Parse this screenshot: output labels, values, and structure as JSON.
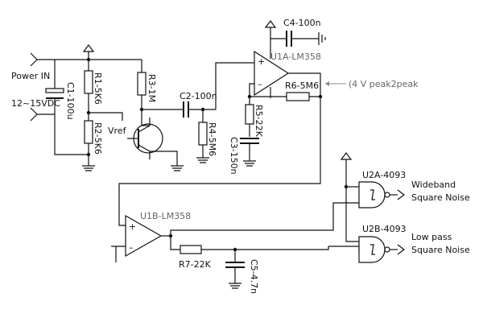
{
  "labels": {
    "power_in": "Power IN",
    "supply_range": "12~15VDC",
    "c1": "C1-100u",
    "r1": "R1-5K6",
    "r2": "R2-5K6",
    "vref": "Vref",
    "r3": "R3-1M",
    "c2": "C2-100n",
    "r4": "R4-5M6",
    "c4": "C4-100n",
    "u1a": "U1A-LM358",
    "r6": "R6-5M6",
    "amplitude_note": "(4 V peak2peak",
    "r5": "R5-22K",
    "c3": "C3-150n",
    "u1b": "U1B-LM358",
    "r7": "R7-22K",
    "c5": "C5-4.7n",
    "u2a": "U2A-4093",
    "u2b": "U2B-4093",
    "out_wideband_l1": "Wideband",
    "out_wideband_l2": "Square Noise",
    "out_lowpass_l1": "Low pass",
    "out_lowpass_l2": "Square Noise"
  },
  "colors": {
    "ink": "#111111",
    "note_grey": "#666666",
    "background": "#ffffff"
  }
}
